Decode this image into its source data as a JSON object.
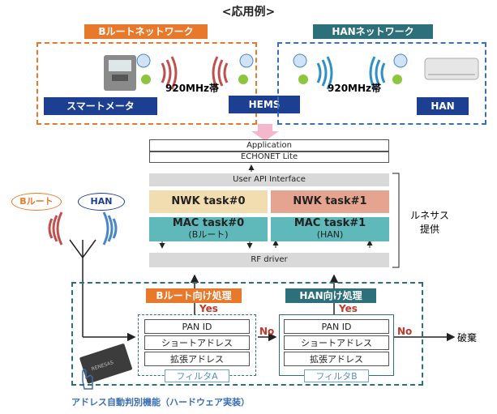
{
  "title": "<応用例>",
  "b_route_network": {
    "tag": "Bルートネットワーク",
    "tag_color": "#e8782a",
    "freq": "920MHz帯",
    "smart_meter": "スマートメータ",
    "hems": "HEMS"
  },
  "han_network": {
    "tag": "HANネットワーク",
    "tag_color": "#2d6f7a",
    "freq": "920MHz帯",
    "han": "HAN"
  },
  "stack": {
    "application": "Application",
    "echonet": "ECHONET Lite",
    "user_api": "User API Interface",
    "nwk0": "NWK task#0",
    "nwk1": "NWK task#1",
    "mac0": "MAC task#0",
    "mac0_sub": "(Bルート)",
    "mac1": "MAC task#1",
    "mac1_sub": "(HAN)",
    "rf_driver": "RF driver",
    "renesas": "ルネサス\n提供"
  },
  "routes": {
    "b_route": "Bルート",
    "han": "HAN"
  },
  "filters": {
    "b_process": "Bルート向け処理",
    "han_process": "HAN向け処理",
    "yes": "Yes",
    "no": "No",
    "rows": [
      "PAN ID",
      "ショートアドレス",
      "拡張アドレス"
    ],
    "filter_a": "フィルタA",
    "filter_b": "フィルタB",
    "discard": "破棄"
  },
  "footer": "アドレス自動判別機能（ハードウェア実装）",
  "colors": {
    "orange": "#e8782a",
    "blue": "#3b6fb6",
    "navy": "#1d3f91",
    "teal": "#2d6f7a",
    "tan": "#f2ddb0",
    "salmon": "#e4a48f",
    "mac": "#5fb8ba"
  }
}
